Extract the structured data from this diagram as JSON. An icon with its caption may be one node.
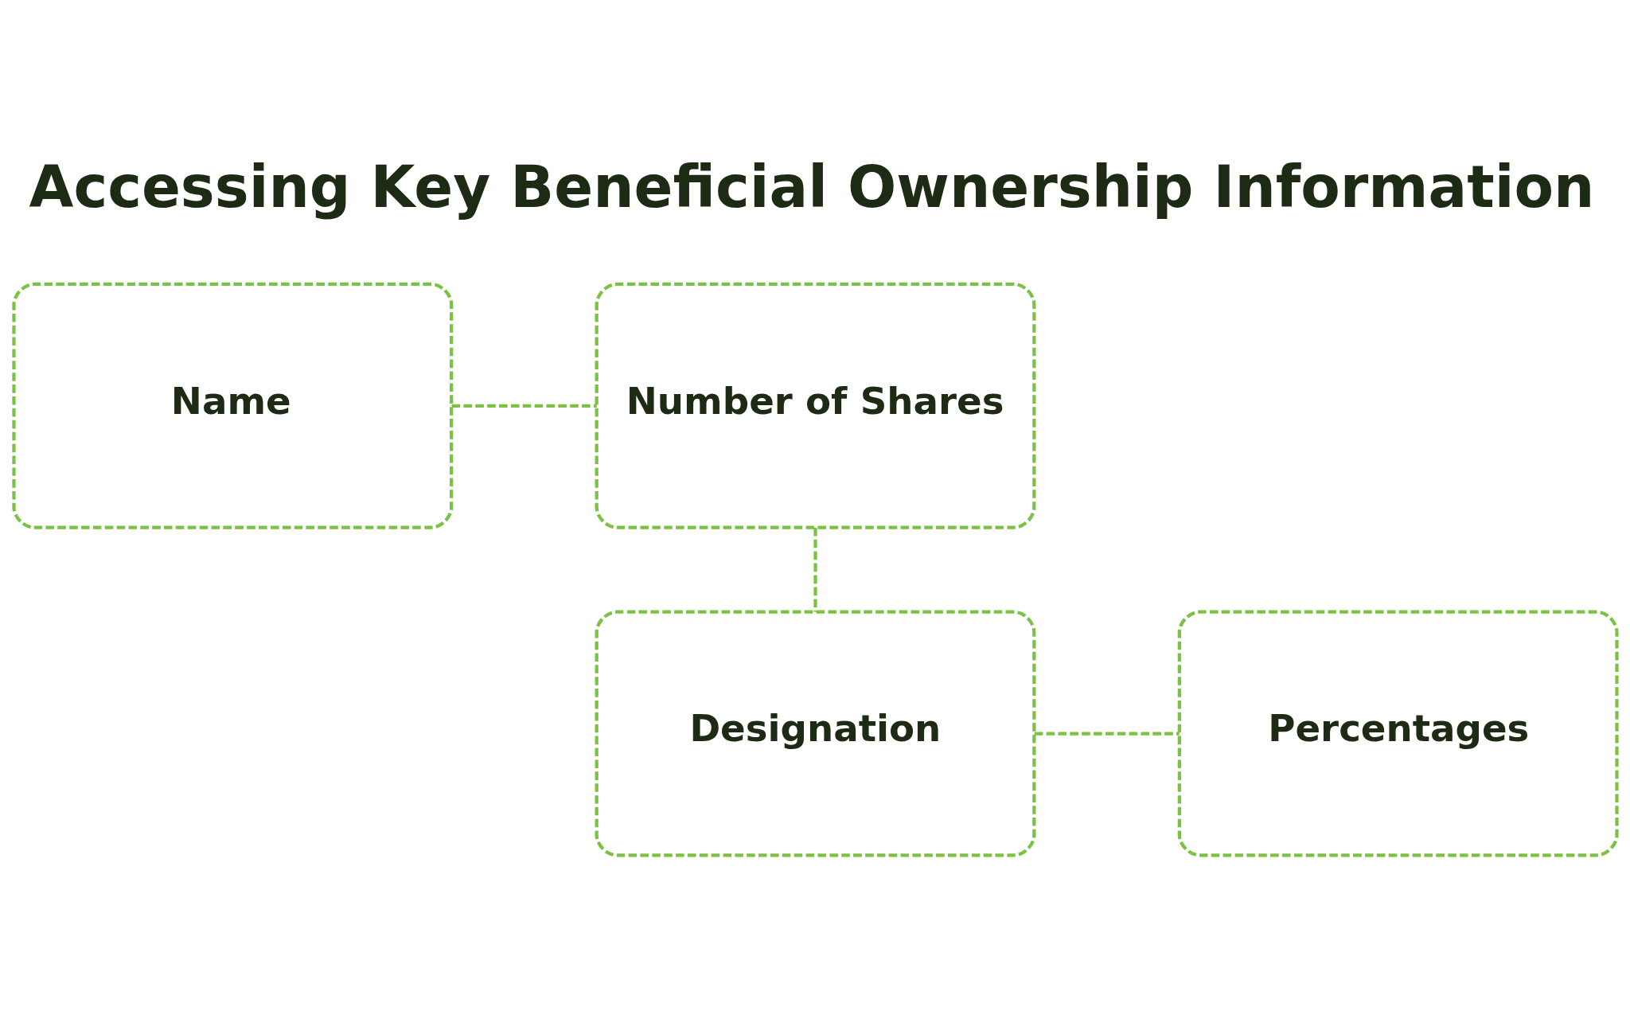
{
  "diagram": {
    "title": "Accessing Key Beneficial Ownership Information",
    "nodes": [
      {
        "text": [
          "Name"
        ]
      },
      {
        "text": [
          "Number of Shares"
        ]
      },
      {
        "text": [
          "Designation"
        ]
      },
      {
        "text": [
          "Percentages"
        ]
      }
    ],
    "edges": [
      {
        "from": 0,
        "to": 1,
        "arrow": "none",
        "style": "dashed"
      },
      {
        "from": 1,
        "to": 2,
        "arrow": "none",
        "style": "dashed"
      },
      {
        "from": 2,
        "to": 3,
        "arrow": "none",
        "style": "dashed"
      }
    ]
  }
}
